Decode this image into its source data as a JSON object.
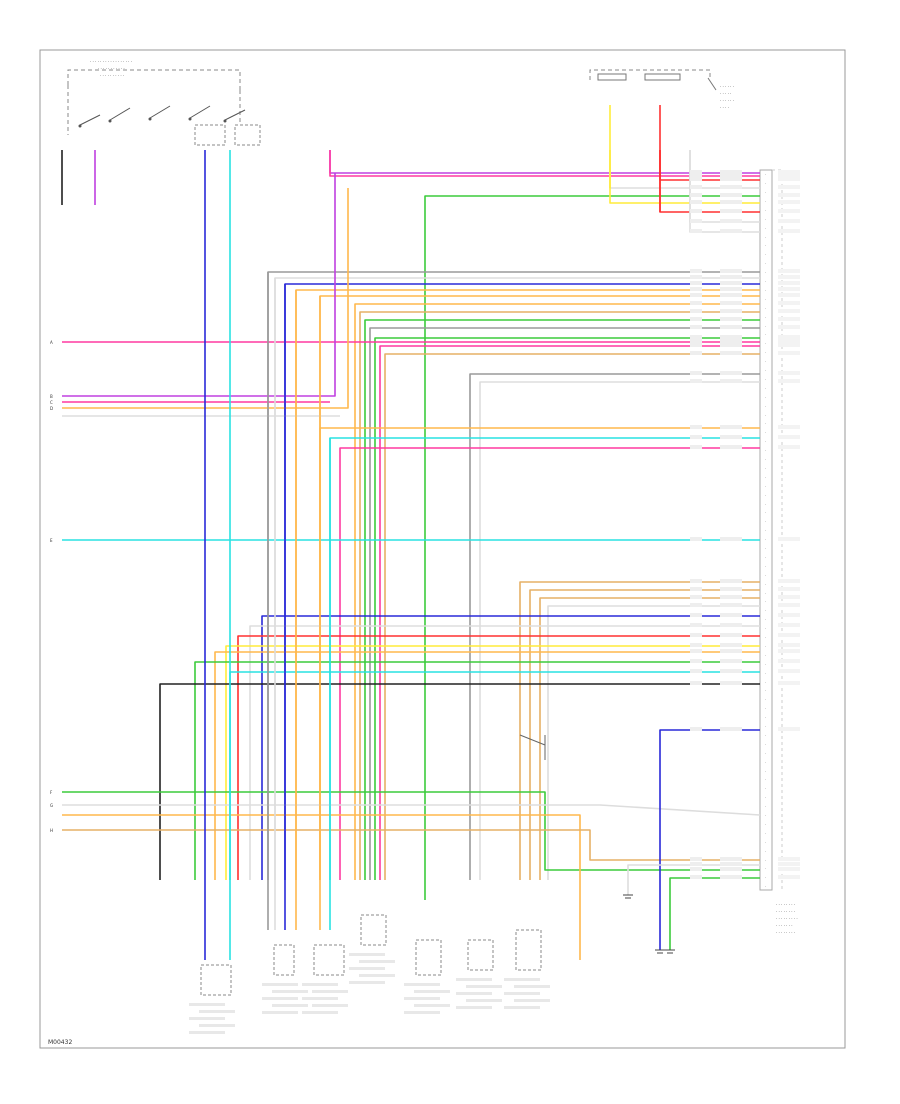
{
  "diagram": {
    "figure_id": "M00432",
    "left_connectors": [
      "A",
      "B",
      "C",
      "D",
      "E",
      "F",
      "G",
      "H"
    ],
    "wire_colors": {
      "pink": "#ff3aa0",
      "purple": "#c040e0",
      "orange": "#ffb84d",
      "yellow": "#ffec3a",
      "green": "#3ccb3c",
      "blue": "#2a2ad8",
      "red": "#ff3030",
      "cyan": "#28e2e2",
      "tan": "#e6b066",
      "gray": "#9a9a9a",
      "black": "#222222",
      "white": "#dddddd"
    }
  }
}
